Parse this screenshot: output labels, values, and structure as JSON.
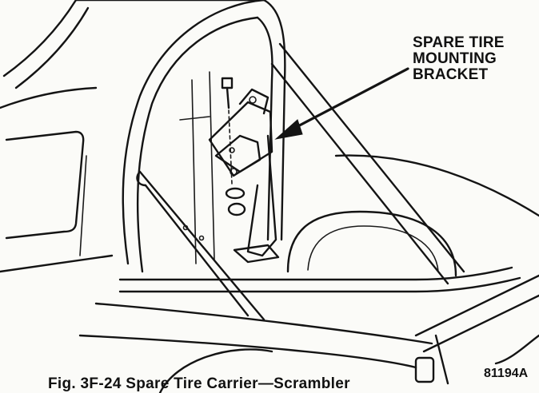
{
  "figure": {
    "callout_lines": [
      "SPARE TIRE",
      "MOUNTING",
      "BRACKET"
    ],
    "caption": "Fig. 3F-24   Spare Tire Carrier—Scrambler",
    "code": "81194A"
  },
  "colors": {
    "ink": "#141414",
    "paper": "#fbfbf8"
  },
  "icons": {
    "pointer": "arrow-icon"
  }
}
